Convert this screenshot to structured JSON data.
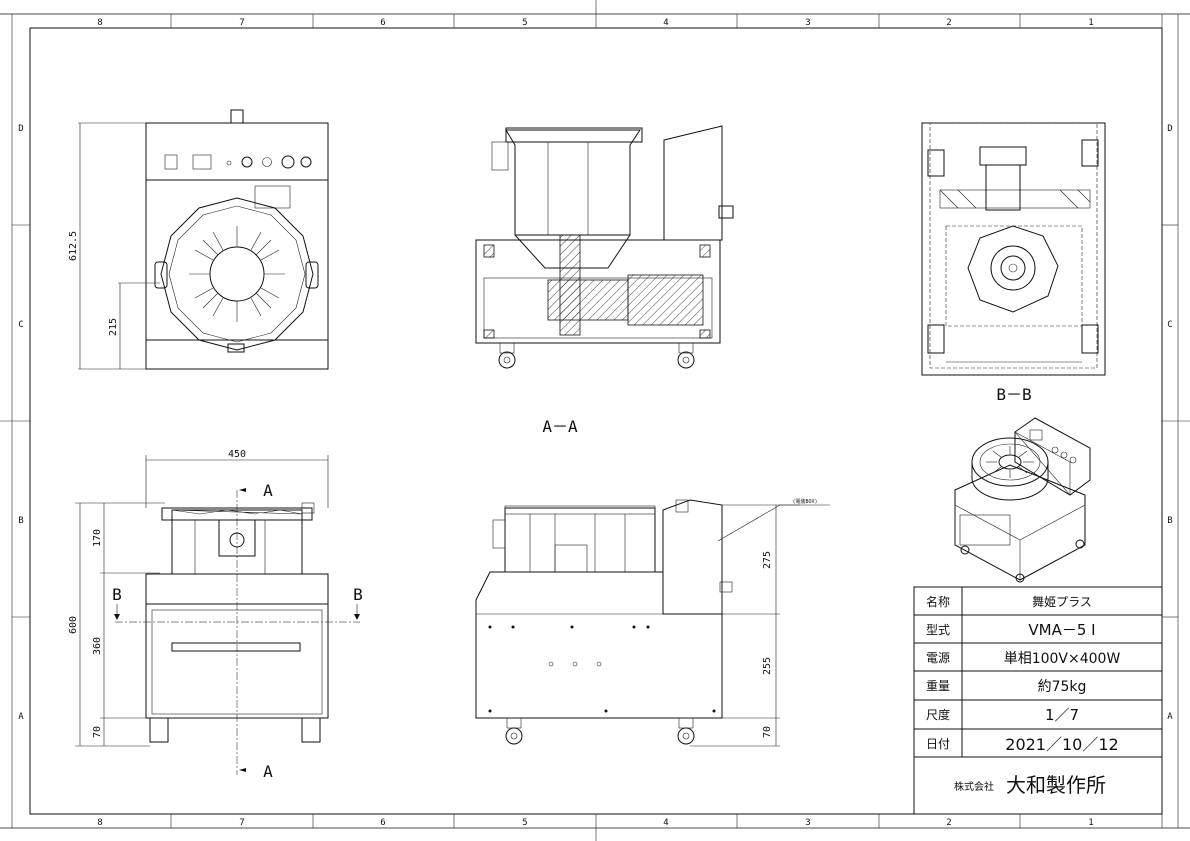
{
  "border": {
    "col_labels": [
      "8",
      "7",
      "6",
      "5",
      "4",
      "3",
      "2",
      "1"
    ],
    "row_labels": [
      "D",
      "C",
      "B",
      "A"
    ]
  },
  "views": {
    "section_aa": "A－A",
    "section_bb": "B－B",
    "cut_a_top": "A",
    "cut_a_bottom": "A",
    "cut_b_left": "B",
    "cut_b_right": "B",
    "note_box": "(電装BOX)"
  },
  "dimensions": {
    "front_height": "612.5",
    "front_lower": "215",
    "side_width": "450",
    "side_total": "600",
    "side_top": "170",
    "side_mid": "360",
    "side_bottom": "70",
    "rear_upper": "275",
    "rear_mid": "255",
    "rear_bottom": "70"
  },
  "title_block": {
    "rows": [
      {
        "label": "名称",
        "value": "舞姫プラス"
      },
      {
        "label": "型式",
        "value": "VMA－5 I"
      },
      {
        "label": "電源",
        "value": "単相100V×400W"
      },
      {
        "label": "重量",
        "value": "約75kg"
      },
      {
        "label": "尺度",
        "value": "1／7"
      },
      {
        "label": "日付",
        "value": "2021／10／12"
      }
    ],
    "company_prefix": "株式会社",
    "company_name": "大和製作所"
  }
}
